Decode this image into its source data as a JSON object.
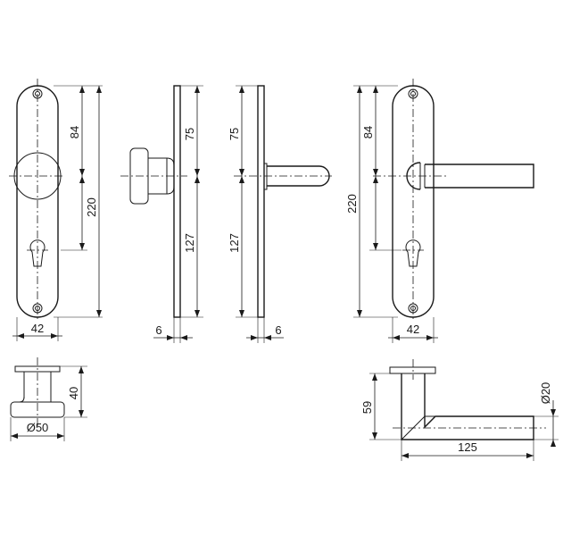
{
  "dimensions": {
    "front_plate_width": "42",
    "front_upper_spacing": "84",
    "front_total_height": "220",
    "knob_side_upper": "75",
    "knob_side_lower": "127",
    "knob_side_thickness": "6",
    "lever_side_upper": "75",
    "lever_side_lower": "127",
    "lever_side_thickness": "6",
    "lever_front_total_height": "220",
    "lever_front_upper_spacing": "84",
    "lever_front_plate_width": "42",
    "knob_height": "40",
    "knob_diameter": "Ø50",
    "lever_projection": "59",
    "lever_length": "125",
    "lever_diameter": "Ø20"
  },
  "colors": {
    "line": "#1a1a1a",
    "background": "#ffffff"
  }
}
